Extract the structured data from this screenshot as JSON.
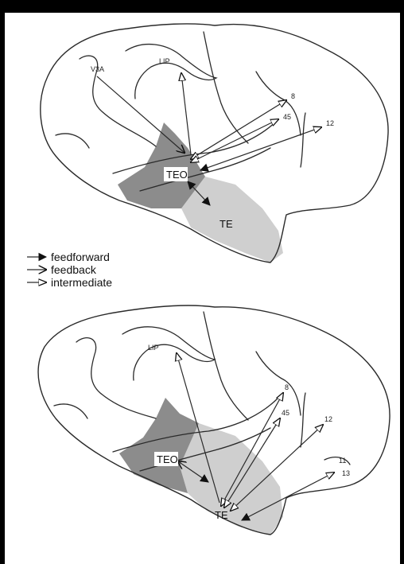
{
  "legend": {
    "feedforward": "feedforward",
    "feedback": "feedback",
    "intermediate": "intermediate"
  },
  "top_brain": {
    "labels": {
      "v3a": "V3A",
      "lip": "LIP",
      "teo": "TEO",
      "te": "TE",
      "a8": "8",
      "a45": "45",
      "a12": "12"
    }
  },
  "bottom_brain": {
    "labels": {
      "lip": "LIP",
      "teo": "TEO",
      "te": "TE",
      "a8": "8",
      "a45": "45",
      "a12": "12",
      "a11": "11",
      "a13": "13"
    }
  },
  "colors": {
    "frame": "#000000",
    "teo_fill": "#8c8c8c",
    "te_fill": "#cfcfcf",
    "line": "#2a2a2a"
  }
}
